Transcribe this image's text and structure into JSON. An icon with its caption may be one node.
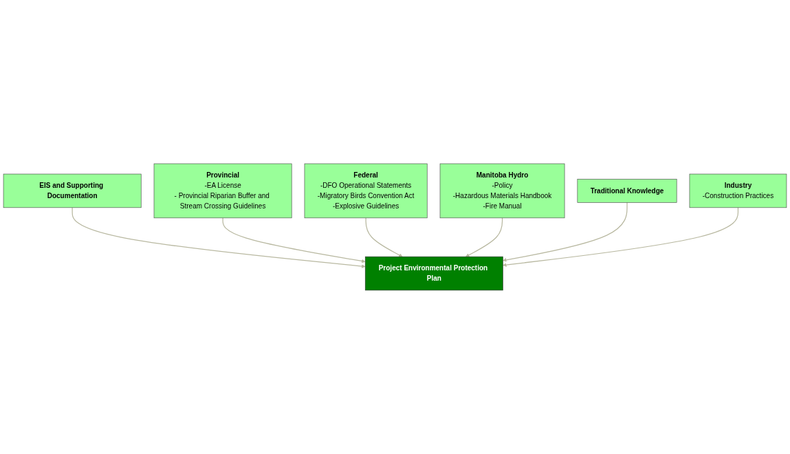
{
  "diagram": {
    "nodes": [
      {
        "text": [
          "EIS and Supporting Documentation"
        ]
      },
      {
        "text": [
          "Provincial",
          "-EA License",
          "- Provincial Riparian Buffer and Stream Crossing Guidelines"
        ]
      },
      {
        "text": [
          "Project Environmental Protection Plan"
        ]
      },
      {
        "text": [
          "Federal",
          "-DFO Operational Statements",
          "-Migratory Birds Convention Act",
          "-Explosive Guidelines"
        ]
      },
      {
        "text": [
          "Manitoba Hydro",
          "-Policy",
          "-Hazardous Materials Handbook",
          "-Fire Manual"
        ]
      },
      {
        "text": [
          "Traditional Knowledge"
        ]
      },
      {
        "text": [
          "Industry",
          "-Construction Practices"
        ]
      }
    ],
    "edges": [
      {
        "from": 0,
        "to": 2,
        "arrow": "to"
      },
      {
        "from": 1,
        "to": 2,
        "arrow": "to"
      },
      {
        "from": 3,
        "to": 2,
        "arrow": "to"
      },
      {
        "from": 4,
        "to": 2,
        "arrow": "to"
      },
      {
        "from": 5,
        "to": 2,
        "arrow": "to"
      },
      {
        "from": 6,
        "to": 2,
        "arrow": "to"
      }
    ]
  }
}
